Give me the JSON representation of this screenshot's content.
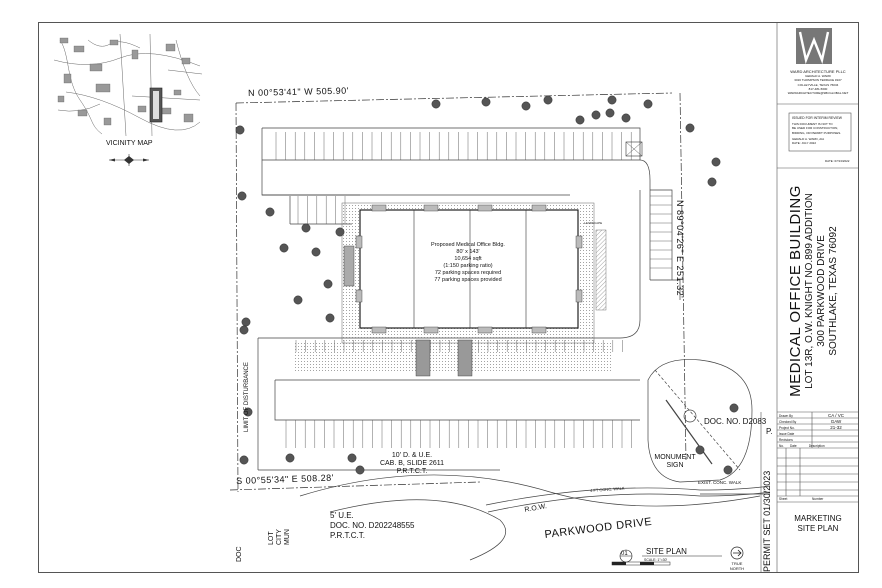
{
  "plan": {
    "north_line_label": "N 00°53'41\" W 505.90'",
    "east_line_label": "N 89°04'26\" E 251.32'",
    "south_line_label": "S 00°55'34\" E 508.28'",
    "limit_label": "LIMIT OF DISTURBANCE",
    "building_lines": [
      "Proposed Medical Office Bldg.",
      "80' x 143'",
      "10,654 sqft",
      "(1:150 parking ratio)",
      "72 parking spaces required",
      "77 parking spaces provided"
    ],
    "easement_lines": [
      "10' D. & U.E.",
      "CAB. B, SLIDE 2611",
      "P.R.T.C.T."
    ],
    "ue_lines": [
      "5' U.E.",
      "DOC. NO. D202248555",
      "P.R.T.C.T."
    ],
    "doc_right": "DOC. NO. D2083",
    "doc_right2": "P.",
    "monument_lines": [
      "MONUMENT",
      "SIGN"
    ],
    "row_label": "R.O.W.",
    "walk_label": "4 FT CONC. WALK",
    "exist_walk_label": "EXIST. CONC. WALK",
    "street_label": "PARKWOOD DRIVE",
    "lot_lines": [
      "LOT",
      "CITY",
      "MUN"
    ],
    "doc_left": "DOC",
    "landscape_label": "LANDSCAPE",
    "north_arrow_lines": [
      "TRUE",
      "NORTH"
    ],
    "sheet_number": "01",
    "sheet_caption": "SITE PLAN",
    "scale_label": "SCALE: 1\"=30'"
  },
  "vicinity": {
    "label": "VICINITY MAP"
  },
  "titleblock": {
    "firm_name": "WARD ARCHITECTURE PLLC",
    "firm_lines": [
      "GERALD A. WARD",
      "3016 THOMPSON TERRACE #107",
      "COLLEYVILLE, TEXAS 76034",
      "817-481-5600",
      "WARDARCHITECTURE@SBCGLOBAL.NET"
    ],
    "review_title": "ISSUED FOR INTERIM REVIEW",
    "review_lines": [
      "THIS DOCUMENT IS NOT TO",
      "BE USED FOR CONSTRUCTION,",
      "BIDDING, OR PERMIT PURPOSES.",
      "GERALD A. WARD, AIA",
      "DATE: JULY 2022"
    ],
    "date_small": "DATE: 07/13/2022",
    "project_title": "MEDICAL OFFICE BUILDING",
    "project_lines": [
      "LOT 13R, O.W. KNIGHT NO.899 ADDITION",
      "300 PARKWOOD DRIVE",
      "SOUTHLAKE, TEXAS 76092"
    ],
    "permit_label": "PERMIT SET 01/30/2023",
    "info_rows": [
      {
        "label": "Drawn By",
        "value": "CA / VC"
      },
      {
        "label": "Checked By",
        "value": "GAW"
      },
      {
        "label": "Project No.",
        "value": "21-32"
      },
      {
        "label": "Issue Date",
        "value": ""
      },
      {
        "label": "Revisions",
        "value": ""
      }
    ],
    "rev_headers": [
      "No.",
      "Date",
      "Description"
    ],
    "sheet_label": "Sheet",
    "sheet_value": "Number",
    "sheet_title_lines": [
      "MARKETING",
      "SITE PLAN"
    ]
  },
  "colors": {
    "line": "#444444",
    "fill_gray": "#c8c8c8",
    "dark_gray": "#9a9a9a",
    "logo": "#6e6e6e"
  }
}
